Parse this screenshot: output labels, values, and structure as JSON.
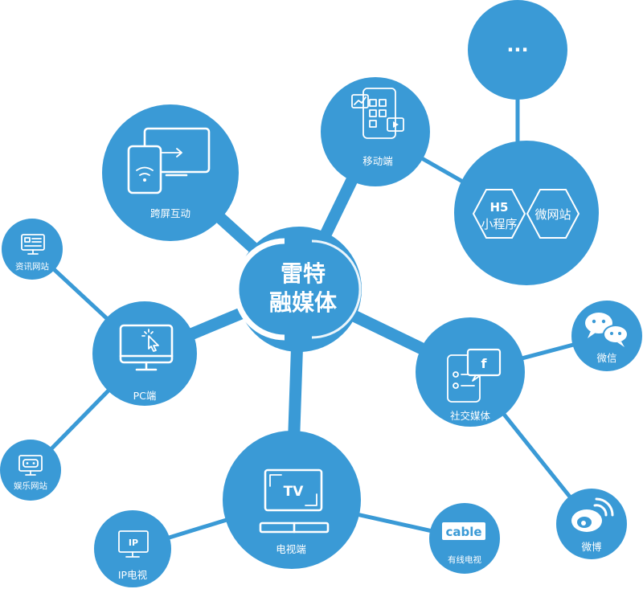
{
  "colors": {
    "node": "#3a9ad6",
    "edge": "#3a9ad6",
    "background": "#ffffff"
  },
  "center": {
    "line1": "雷特",
    "line2": "融媒体"
  },
  "nodes": {
    "cross_screen": {
      "label": "跨屏互动",
      "icon": "cross-screen-icon"
    },
    "mobile": {
      "label": "移动端",
      "icon": "mobile-apps-icon"
    },
    "more": {
      "label": "..."
    },
    "mini": {
      "h5": "H5",
      "mini_program": "小程序",
      "micro_site": "微网站"
    },
    "news_site": {
      "label": "资讯网站",
      "icon": "news-site-icon"
    },
    "pc": {
      "label": "PC端",
      "icon": "monitor-click-icon"
    },
    "ent_site": {
      "label": "娱乐网站",
      "icon": "entertainment-site-icon"
    },
    "tv": {
      "label": "电视端",
      "icon_text": "TV",
      "icon": "tv-icon"
    },
    "iptv": {
      "label": "IP电视",
      "icon_text": "IP",
      "icon": "iptv-icon"
    },
    "cable": {
      "label": "有线电视",
      "icon_text": "cable",
      "icon": "cable-icon"
    },
    "social": {
      "label": "社交媒体",
      "icon_text": "f",
      "icon": "social-media-icon"
    },
    "wechat": {
      "label": "微信",
      "icon": "wechat-icon"
    },
    "weibo": {
      "label": "微博",
      "icon": "weibo-icon"
    }
  }
}
